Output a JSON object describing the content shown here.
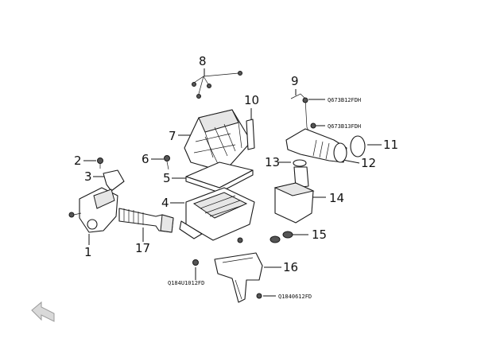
{
  "diagram": {
    "callouts": {
      "c1": "1",
      "c2": "2",
      "c3": "3",
      "c4": "4",
      "c5": "5",
      "c6": "6",
      "c7": "7",
      "c8": "8",
      "c9": "9",
      "c10": "10",
      "c11": "11",
      "c12": "12",
      "c13": "13",
      "c14": "14",
      "c15": "15",
      "c16": "16",
      "c17": "17"
    },
    "part_numbers": {
      "p1": "Q673B12FDH",
      "p2": "Q673B13FDH",
      "p3": "Q184U1012FD",
      "p4": "Q1840612FD"
    },
    "nav": {
      "back_icon": "back-arrow-icon"
    }
  }
}
